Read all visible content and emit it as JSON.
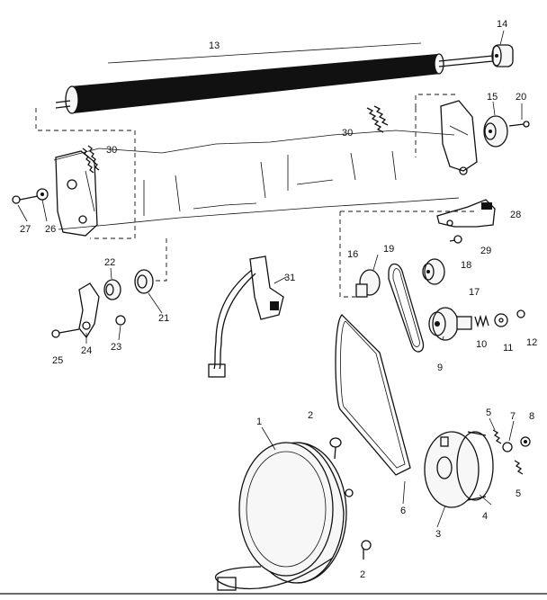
{
  "callouts": [
    {
      "id": "13",
      "text": "13"
    },
    {
      "id": "14",
      "text": "14"
    },
    {
      "id": "15",
      "text": "15"
    },
    {
      "id": "20",
      "text": "20"
    },
    {
      "id": "30a",
      "text": "30"
    },
    {
      "id": "30b",
      "text": "30"
    },
    {
      "id": "27",
      "text": "27"
    },
    {
      "id": "26",
      "text": "26"
    },
    {
      "id": "28",
      "text": "28"
    },
    {
      "id": "29",
      "text": "29"
    },
    {
      "id": "22",
      "text": "22"
    },
    {
      "id": "21",
      "text": "21"
    },
    {
      "id": "23",
      "text": "23"
    },
    {
      "id": "24",
      "text": "24"
    },
    {
      "id": "25",
      "text": "25"
    },
    {
      "id": "31",
      "text": "31"
    },
    {
      "id": "16",
      "text": "16"
    },
    {
      "id": "19",
      "text": "19"
    },
    {
      "id": "18",
      "text": "18"
    },
    {
      "id": "17",
      "text": "17"
    },
    {
      "id": "10",
      "text": "10"
    },
    {
      "id": "11",
      "text": "11"
    },
    {
      "id": "12",
      "text": "12"
    },
    {
      "id": "9",
      "text": "9"
    },
    {
      "id": "1",
      "text": "1"
    },
    {
      "id": "2a",
      "text": "2"
    },
    {
      "id": "2b",
      "text": "2"
    },
    {
      "id": "6",
      "text": "6"
    },
    {
      "id": "3",
      "text": "3"
    },
    {
      "id": "4",
      "text": "4"
    },
    {
      "id": "5a",
      "text": "5"
    },
    {
      "id": "5b",
      "text": "5"
    },
    {
      "id": "7",
      "text": "7"
    },
    {
      "id": "8",
      "text": "8"
    }
  ]
}
